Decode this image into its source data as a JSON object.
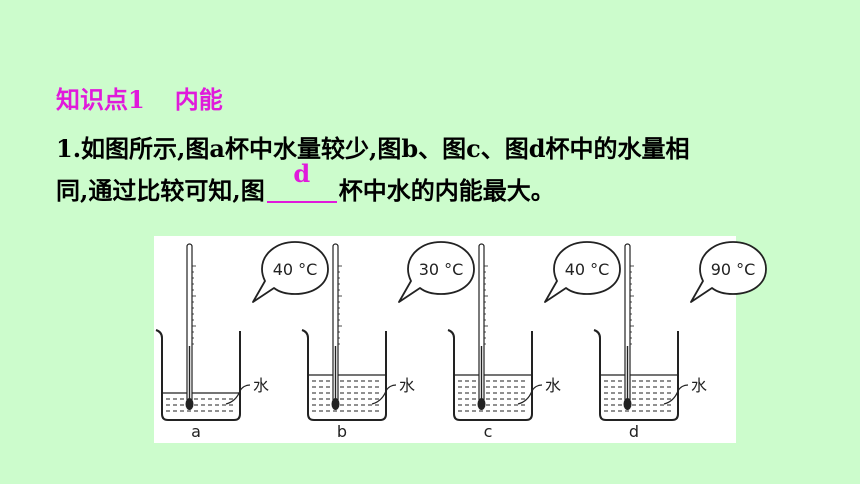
{
  "heading": {
    "label": "知识点1",
    "title": "内能"
  },
  "question": {
    "line1": "1.如图所示,图a杯中水量较少,图b、图c、图d杯中的水量相",
    "line2_before": "同,通过比较可知,图",
    "answer": "d",
    "line2_after": "杯中水的内能最大。"
  },
  "figure": {
    "water_label": "水",
    "beakers": [
      {
        "label": "a",
        "temperature": "40 °C",
        "water_level": "low"
      },
      {
        "label": "b",
        "temperature": "30 °C",
        "water_level": "high"
      },
      {
        "label": "c",
        "temperature": "40 °C",
        "water_level": "high"
      },
      {
        "label": "d",
        "temperature": "90 °C",
        "water_level": "high"
      }
    ]
  }
}
